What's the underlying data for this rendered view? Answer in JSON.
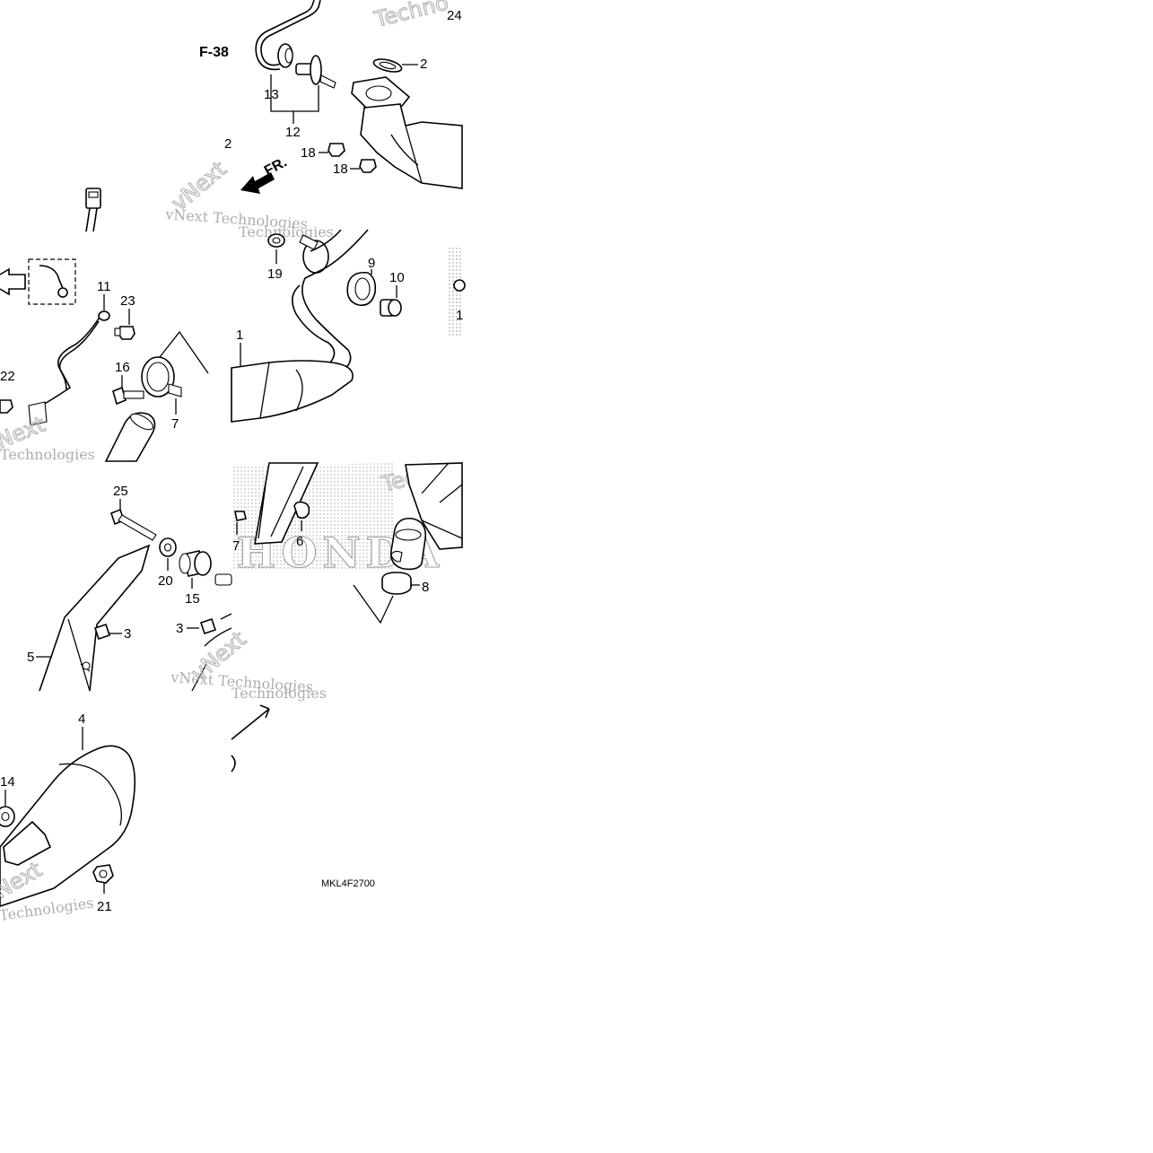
{
  "figure_ref": "F-38",
  "front_marker": "FR.",
  "diagram_code": "MKL4F2700",
  "watermarks": {
    "technologies": "Technologies",
    "vnext": "vNext",
    "vnext_tech": "vNext Technologies",
    "next": "Next",
    "techno": "Techno",
    "tech": "Tech",
    "honda": "HONDA"
  },
  "callouts": {
    "p1": "1",
    "p2": "2",
    "p3a": "3",
    "p3b": "3",
    "p4": "4",
    "p5": "5",
    "p6": "6",
    "p7a": "7",
    "p7b": "7",
    "p8": "8",
    "p9": "9",
    "p10": "10",
    "p11": "11",
    "p12": "12",
    "p13": "13",
    "p14": "14",
    "p15": "15",
    "p16": "16",
    "p18a": "18",
    "p18b": "18",
    "p19": "19",
    "p20": "20",
    "p21": "21",
    "p22": "22",
    "p23": "23",
    "p24": "24",
    "p25": "25"
  },
  "cutoff_labels": {
    "edge_2": "2",
    "edge_1": "1"
  }
}
